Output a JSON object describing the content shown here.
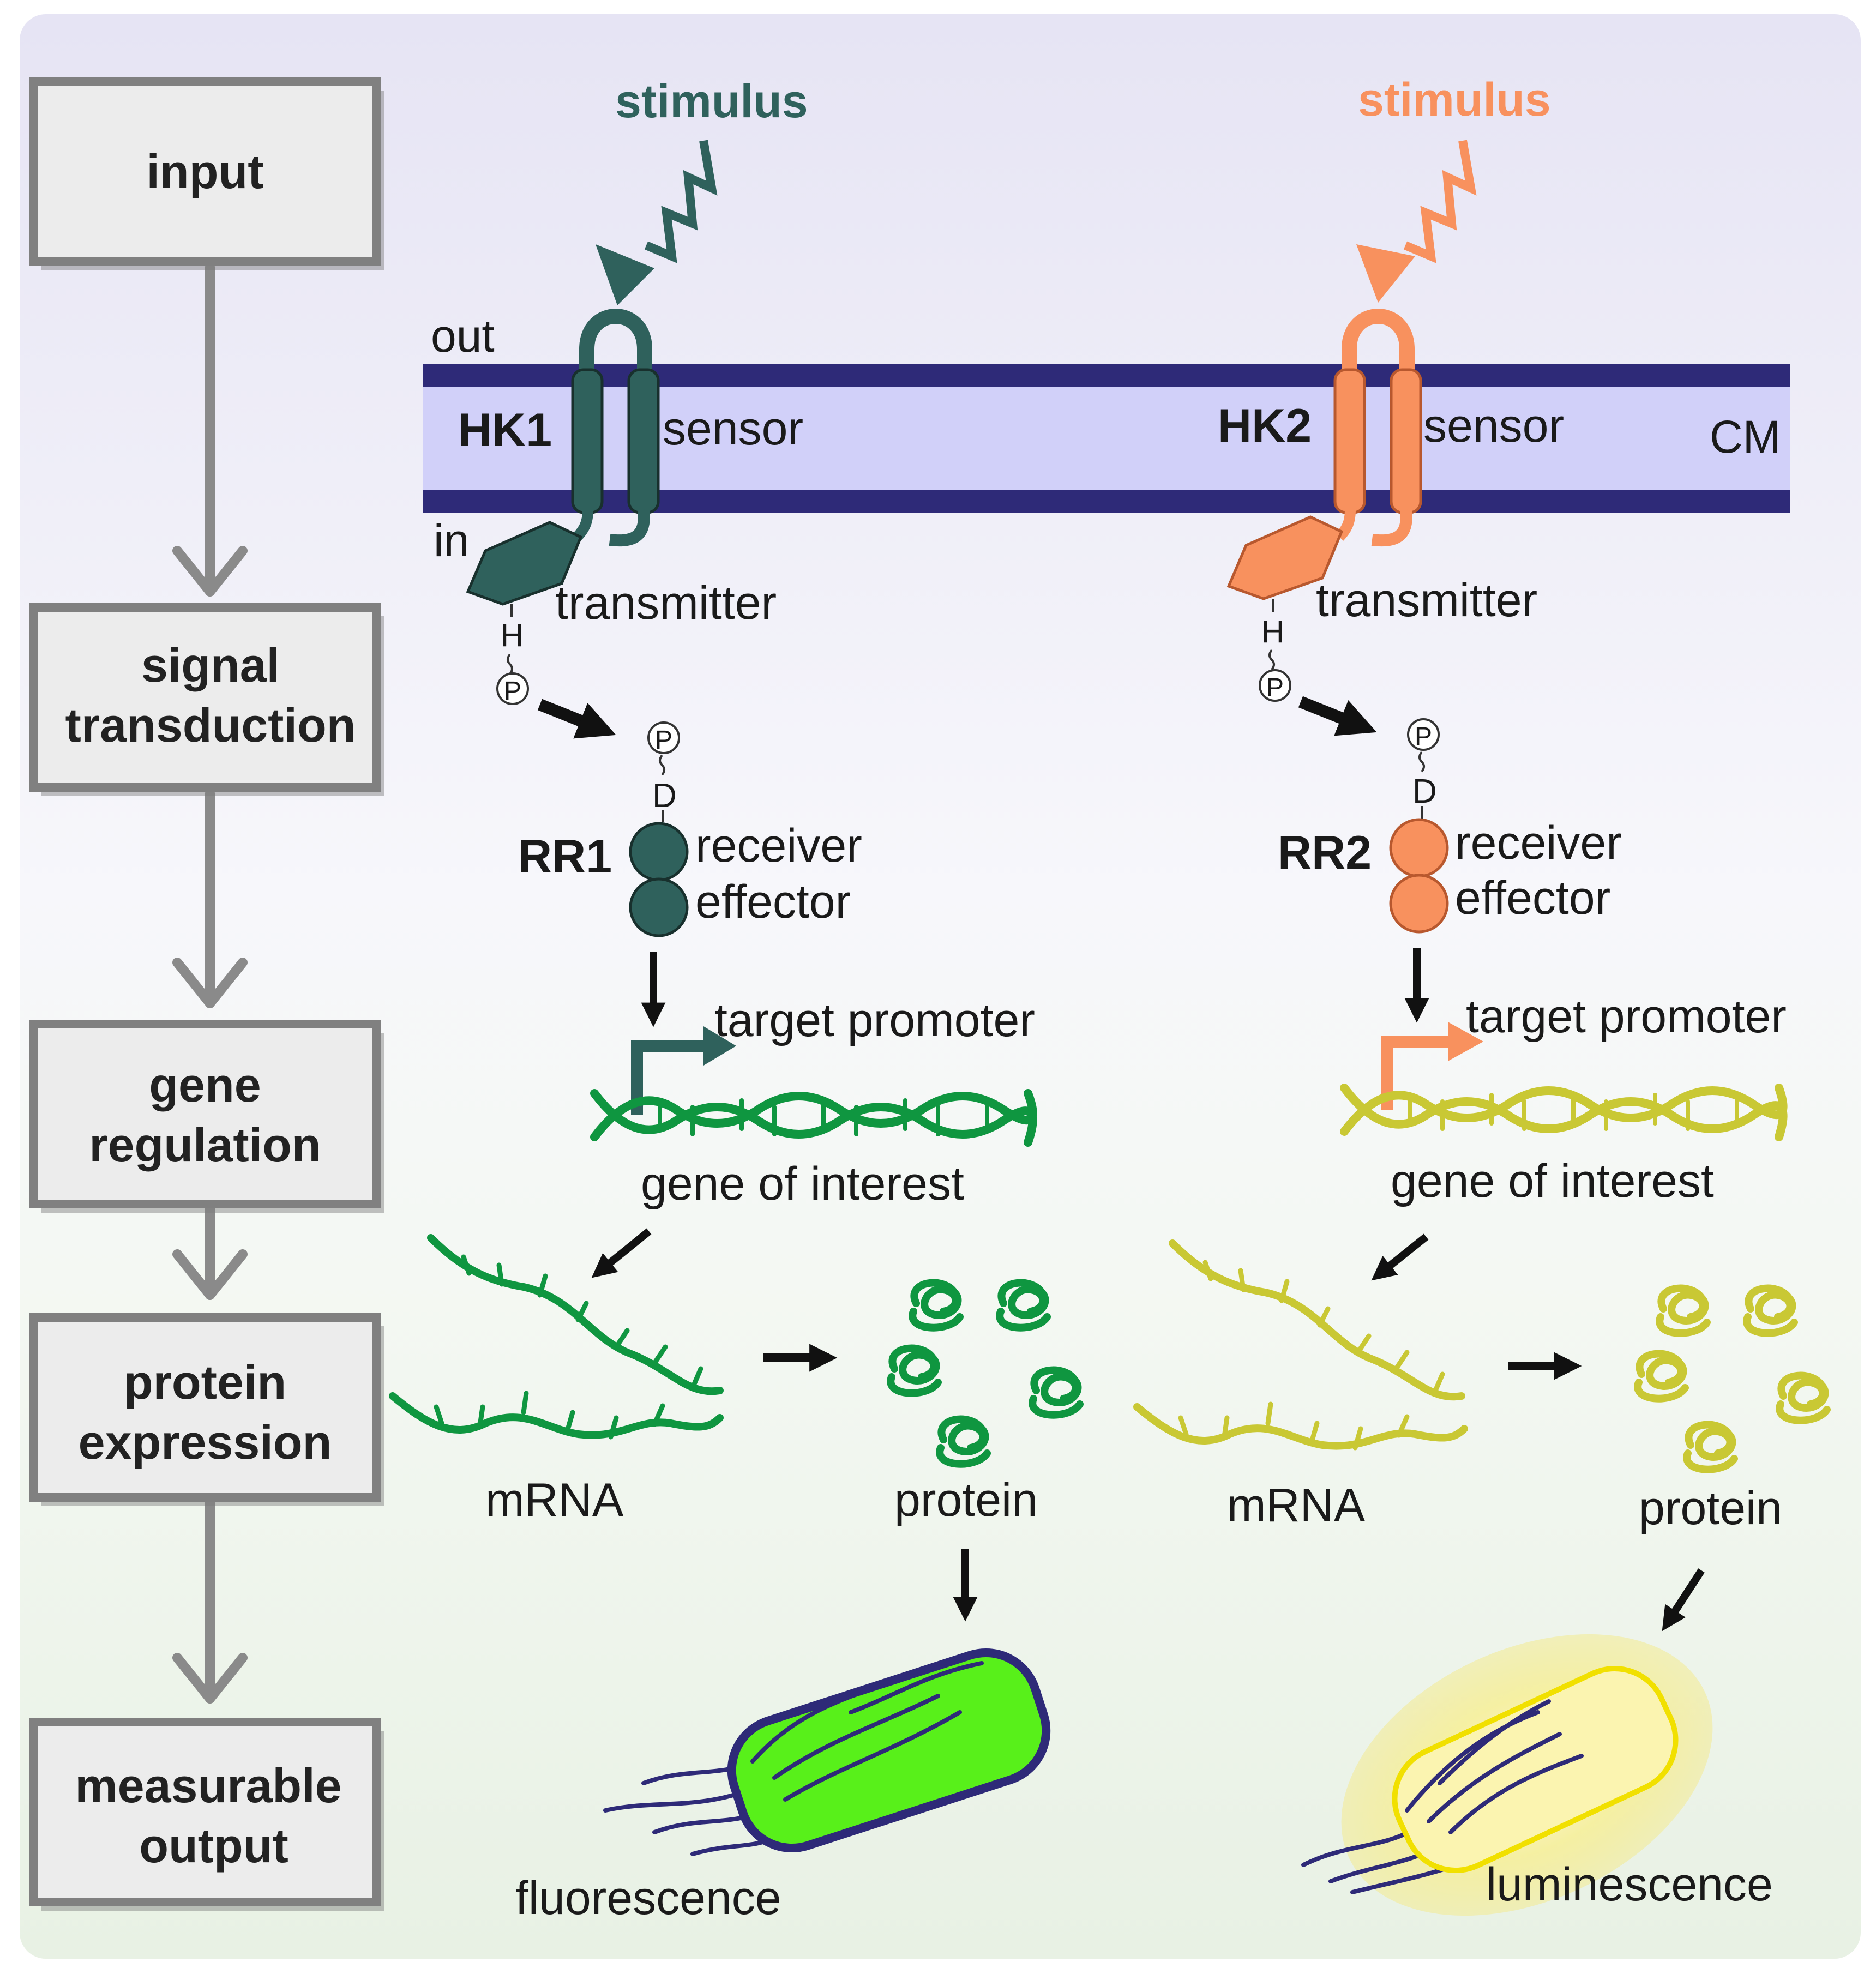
{
  "steps": {
    "input": "input",
    "signal_l1": "signal",
    "signal_l2": "transduction",
    "gene_l1": "gene",
    "gene_l2": "regulation",
    "protein_l1": "protein",
    "protein_l2": "expression",
    "output_l1": "measurable",
    "output_l2": "output"
  },
  "membrane": {
    "out": "out",
    "in": "in",
    "cm": "CM"
  },
  "pathway1": {
    "stimulus": "stimulus",
    "kinase": "HK1",
    "sensor": "sensor",
    "transmitter": "transmitter",
    "his": "H",
    "phos_hk": "P",
    "phos_rr": "P",
    "asp": "D",
    "regulator": "RR1",
    "receiver": "receiver",
    "effector": "effector",
    "promoter": "target promoter",
    "gene": "gene of interest",
    "mrna": "mRNA",
    "protein": "protein",
    "output": "fluorescence"
  },
  "pathway2": {
    "stimulus": "stimulus",
    "kinase": "HK2",
    "sensor": "sensor",
    "transmitter": "transmitter",
    "his": "H",
    "phos_hk": "P",
    "phos_rr": "P",
    "asp": "D",
    "regulator": "RR2",
    "receiver": "receiver",
    "effector": "effector",
    "promoter": "target promoter",
    "gene": "gene of interest",
    "mrna": "mRNA",
    "protein": "protein",
    "output": "luminescence"
  },
  "colors": {
    "teal": "#2f615c",
    "orange": "#f8915e",
    "green": "#0f9640",
    "olive": "#c9c834",
    "membrane": "#d1d0f9",
    "membrane_edge": "#2e2a78",
    "cell_green": "#58f01a",
    "cell_glow": "#f6ec8c"
  }
}
